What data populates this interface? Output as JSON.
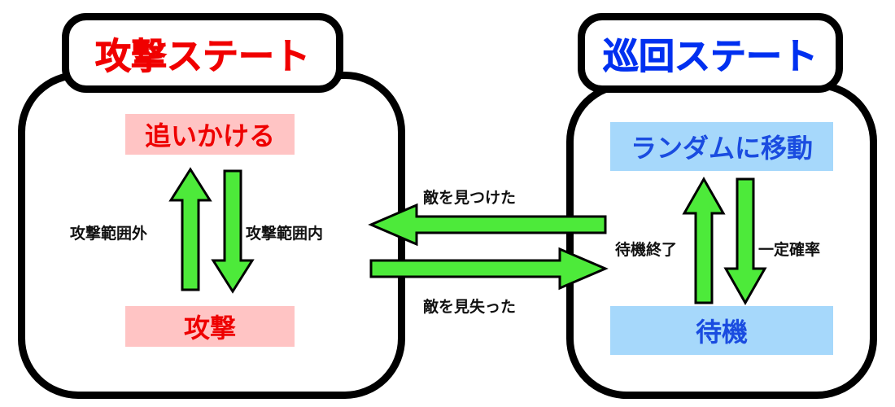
{
  "attack_state": {
    "title": "攻撃ステート",
    "chase": "追いかける",
    "attack": "攻撃",
    "label_out_of_range": "攻撃範囲外",
    "label_in_range": "攻撃範囲内"
  },
  "patrol_state": {
    "title": "巡回ステート",
    "random_move": "ランダムに移動",
    "standby": "待機",
    "label_standby_end": "待機終了",
    "label_probability": "一定確率"
  },
  "transitions": {
    "found_enemy": "敵を見つけた",
    "lost_enemy": "敵を見失った"
  },
  "colors": {
    "attack_title": "#f00000",
    "patrol_title": "#0030f0",
    "attack_state_bg": "#ffc4c4",
    "patrol_state_bg": "#a6d8fb",
    "arrow_fill": "#4dea3a"
  }
}
